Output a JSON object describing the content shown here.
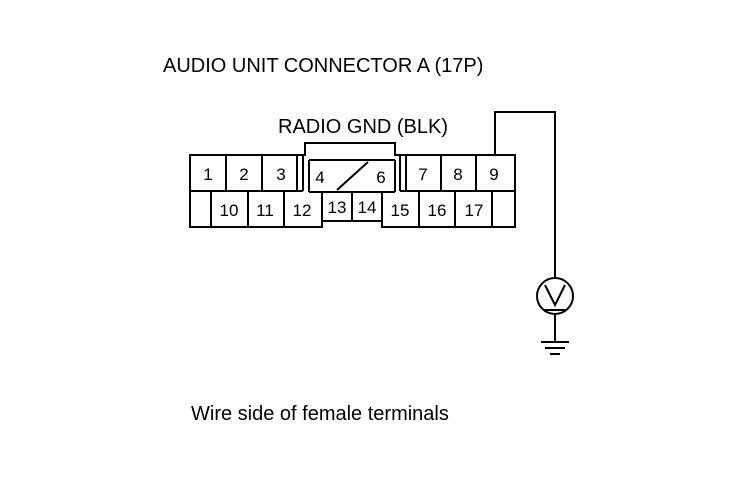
{
  "title": "AUDIO UNIT CONNECTOR A (17P)",
  "terminal_label": "RADIO GND (BLK)",
  "caption": "Wire side of female terminals",
  "connector": {
    "row1": [
      "1",
      "2",
      "3",
      "4",
      "6",
      "7",
      "8",
      "9"
    ],
    "row2": [
      "10",
      "11",
      "12",
      "13",
      "14",
      "15",
      "16",
      "17"
    ]
  },
  "meter_symbol": "V",
  "icons": [
    "voltmeter-icon",
    "ground-icon"
  ]
}
